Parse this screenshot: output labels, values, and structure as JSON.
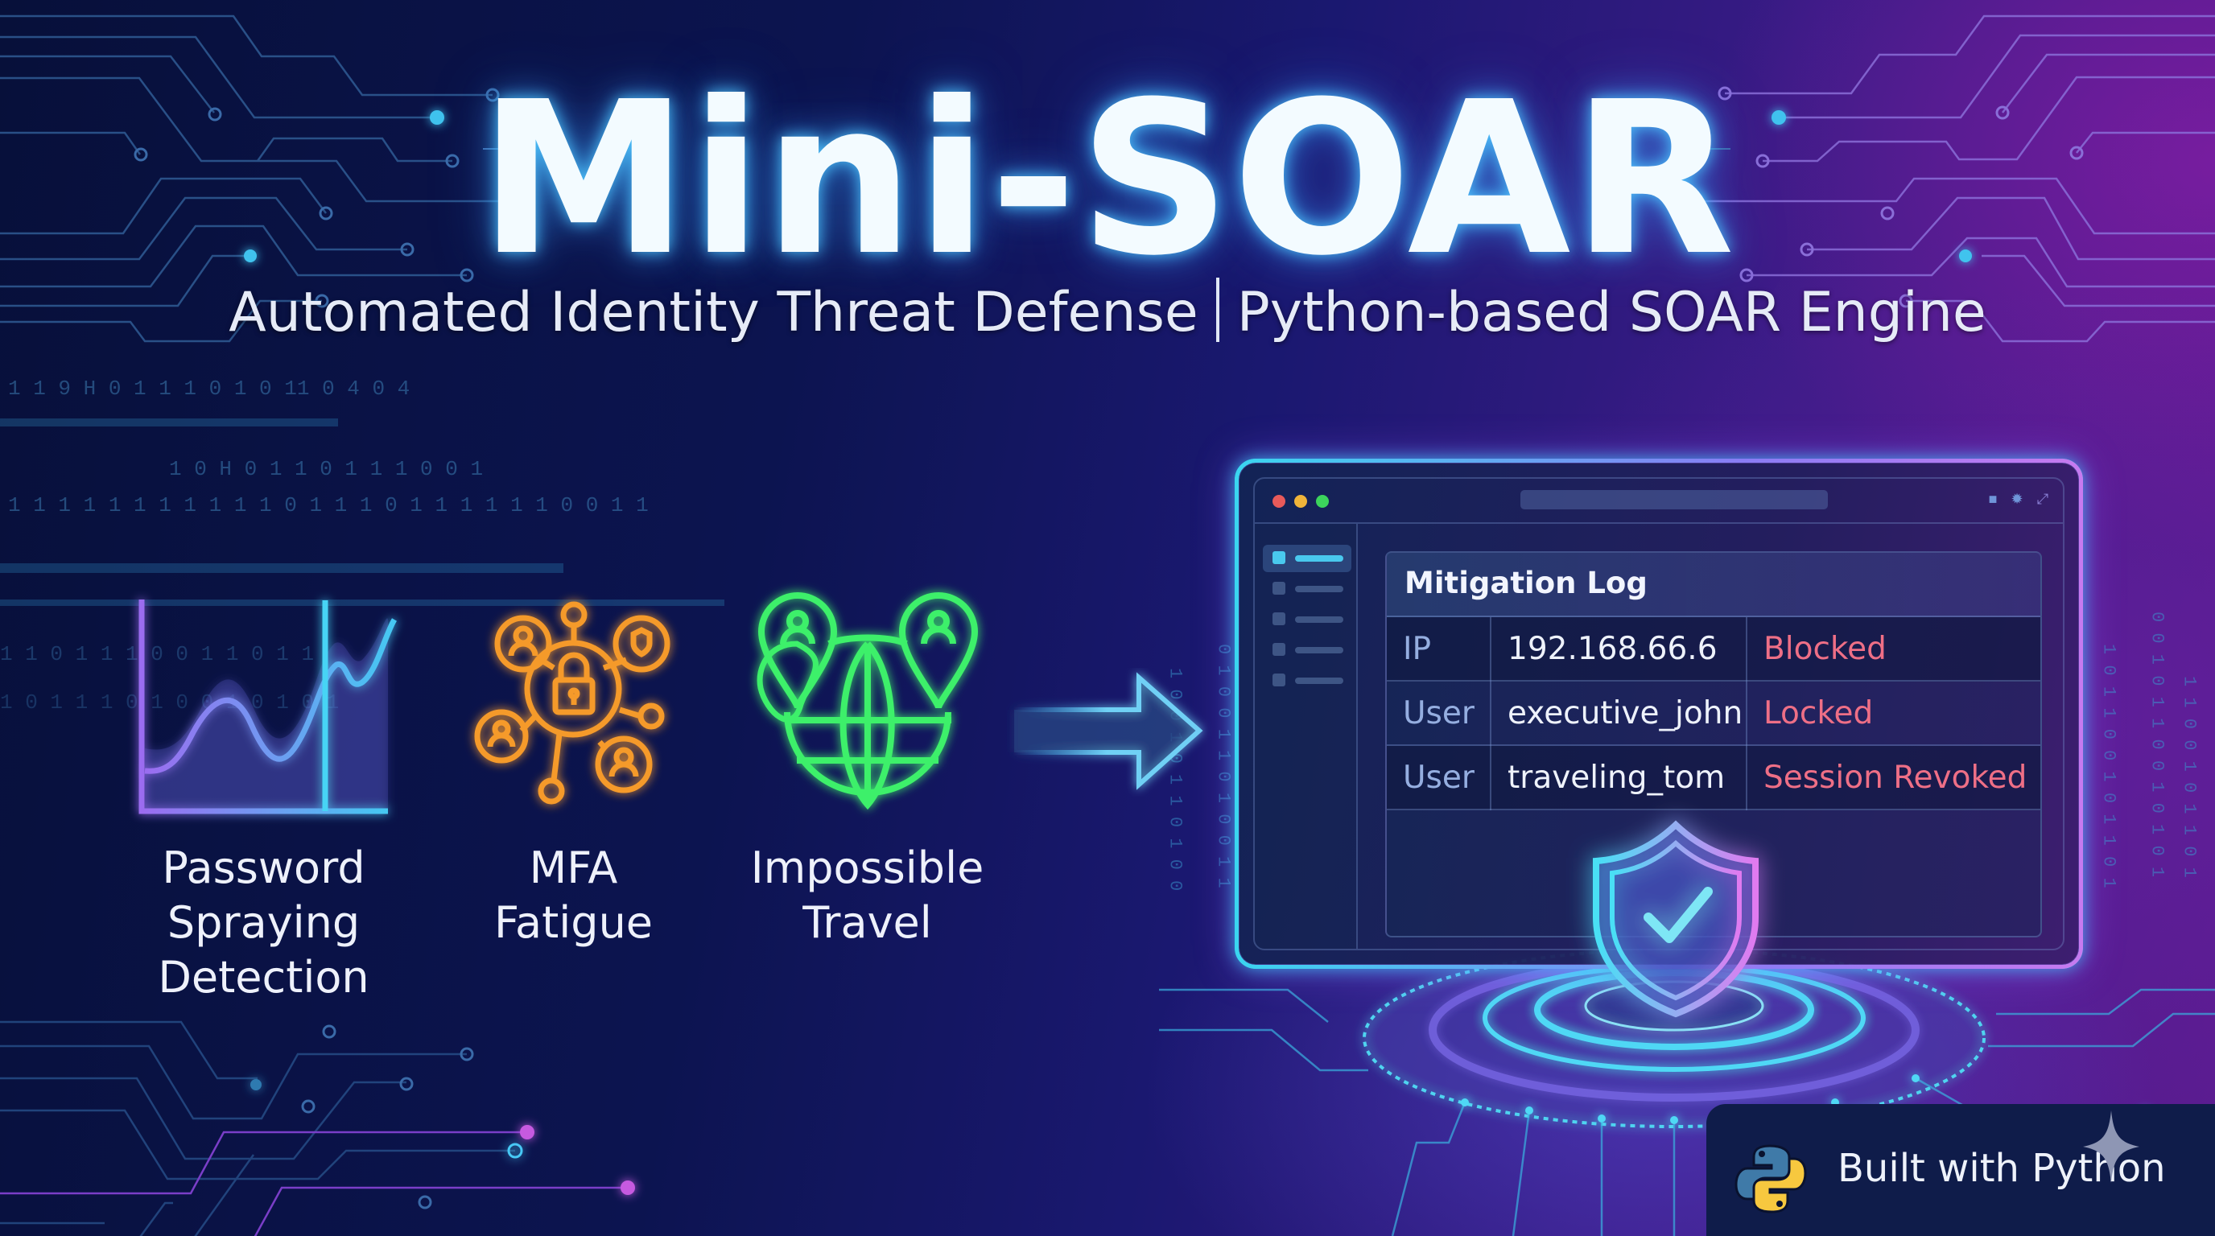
{
  "hero": {
    "title": "Mini-SOAR",
    "subtitle_left": "Automated Identity Threat Defense",
    "subtitle_right": "Python-based SOAR Engine"
  },
  "threats": [
    {
      "icon": "line-chart-icon",
      "line1": "Password",
      "line2": "Spraying",
      "line3": "Detection",
      "color": "#8a6cf0"
    },
    {
      "icon": "network-lock-icon",
      "line1": "MFA",
      "line2": "Fatigue",
      "line3": "",
      "color": "#f59a2c"
    },
    {
      "icon": "globe-pins-icon",
      "line1": "Impossible",
      "line2": "Travel",
      "line3": "",
      "color": "#3ef06a"
    }
  ],
  "window": {
    "traffic_lights": [
      "#e85a5a",
      "#f0b43a",
      "#3cd45c"
    ],
    "toolbar_icons": [
      "folder-icon",
      "gear-icon",
      "expand-icon"
    ],
    "sidebar_items": 5,
    "mitigation_log": {
      "title": "Mitigation Log",
      "rows": [
        {
          "type": "IP",
          "value": "192.168.66.6",
          "action": "Blocked"
        },
        {
          "type": "User",
          "value": "executive_john",
          "action": "Locked"
        },
        {
          "type": "User",
          "value": "traveling_tom",
          "action": "Session Revoked"
        }
      ]
    }
  },
  "badge": {
    "label": "Built with Python"
  },
  "colors": {
    "accent_cyan": "#3ad6f0",
    "accent_purple": "#c77af0",
    "action_red": "#ee6f86",
    "python_blue": "#3f7aa8",
    "python_yellow": "#f7c83f"
  }
}
